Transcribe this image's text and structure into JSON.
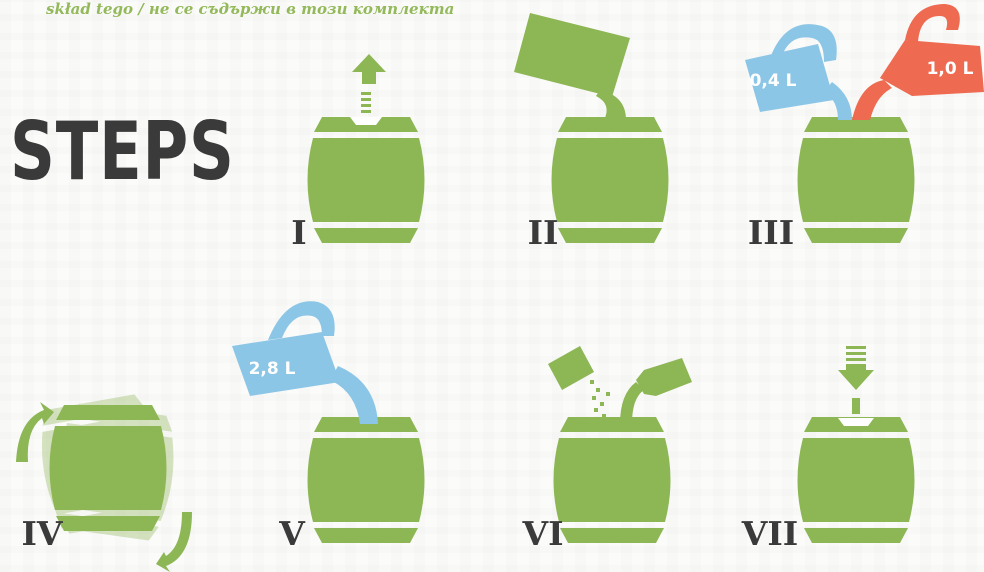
{
  "header": {
    "note": "skład tego / не се съдържи в този комплекта",
    "title": "STEPS"
  },
  "steps": [
    {
      "numeral": "I"
    },
    {
      "numeral": "II"
    },
    {
      "numeral": "III",
      "volumes": [
        "0,4 L",
        "1,0 L"
      ]
    },
    {
      "numeral": "IV"
    },
    {
      "numeral": "V",
      "volumes": [
        "2,8 L"
      ]
    },
    {
      "numeral": "VI"
    },
    {
      "numeral": "VII"
    }
  ],
  "colors": {
    "barrel": "#8db654",
    "water": "#8cc6e6",
    "red": "#ee6a50",
    "text": "#3a3a3a",
    "note": "#93b95a"
  }
}
